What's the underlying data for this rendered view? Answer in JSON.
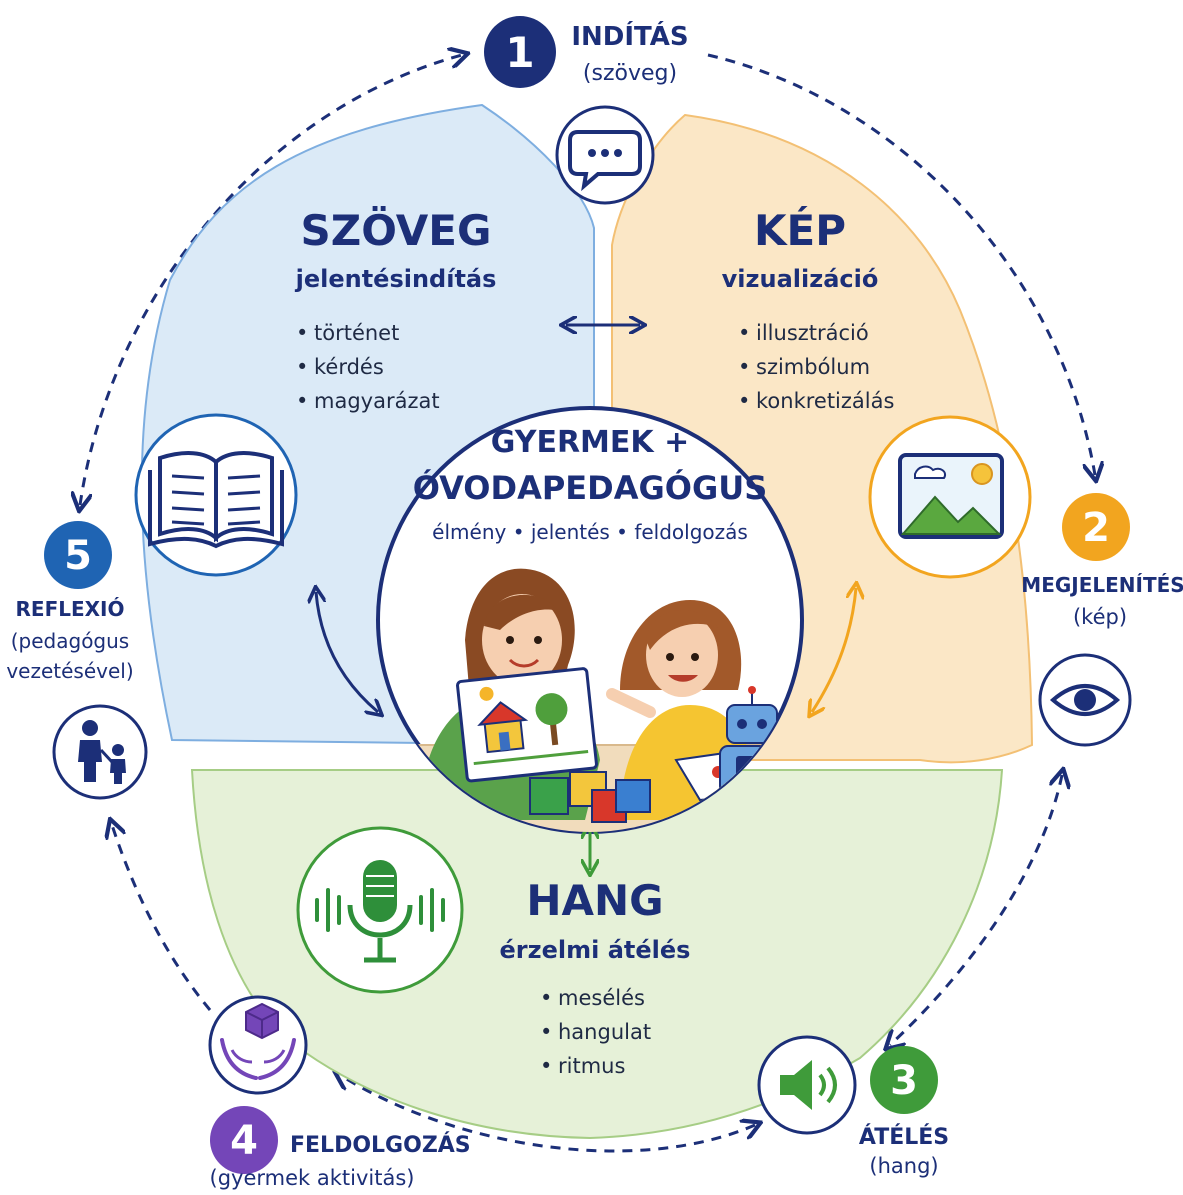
{
  "colors": {
    "navy": "#1c2f78",
    "blue": "#1f64b3",
    "orange": "#f2a51f",
    "green": "#3f9b3a",
    "purple": "#7446b8",
    "text_panel_fill": "#dbeaf7",
    "image_panel_fill": "#fbe7c6",
    "sound_panel_fill": "#e6f1d8"
  },
  "steps": [
    {
      "number": "1",
      "title": "INDÍTÁS",
      "subtitle": "(szöveg)",
      "icon": "chat-bubble-icon"
    },
    {
      "number": "2",
      "title": "MEGJELENÍTÉS",
      "subtitle": "(kép)",
      "icon": "eye-icon"
    },
    {
      "number": "3",
      "title": "ÁTÉLÉS",
      "subtitle": "(hang)",
      "icon": "speaker-icon"
    },
    {
      "number": "4",
      "title": "FELDOLGOZÁS",
      "subtitle": "(gyermek aktivitás)",
      "icon": "hands-cube-icon"
    },
    {
      "number": "5",
      "title": "REFLEXIÓ",
      "subtitle_lines": [
        "(pedagógus",
        "vezetésével)"
      ],
      "icon": "parent-child-icon"
    }
  ],
  "panels": {
    "text": {
      "title": "SZÖVEG",
      "subtitle": "jelentésindítás",
      "items": [
        "történet",
        "kérdés",
        "magyarázat"
      ],
      "icon": "open-book-icon"
    },
    "image": {
      "title": "KÉP",
      "subtitle": "vizualizáció",
      "items": [
        "illusztráció",
        "szimbólum",
        "konkretizálás"
      ],
      "icon": "landscape-picture-icon"
    },
    "sound": {
      "title": "HANG",
      "subtitle": "érzelmi átélés",
      "items": [
        "mesélés",
        "hangulat",
        "ritmus"
      ],
      "icon": "microphone-icon"
    }
  },
  "center": {
    "title_line1": "GYERMEK +",
    "title_line2": "ÓVODAPEDAGÓGUS",
    "tagline": "élmény • jelentés • feldolgozás",
    "illustration": "teacher-child-robot-illustration"
  }
}
